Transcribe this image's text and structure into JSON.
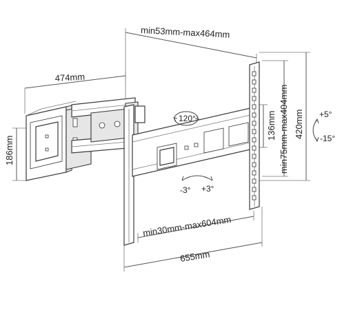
{
  "diagram": {
    "dimensions": {
      "arm_extension": "min53mm-max464mm",
      "wall_plate_width": "474mm",
      "wall_plate_height": "186mm",
      "vesa_vertical": "min75mm-max404mm",
      "tv_plate_height": "420mm",
      "vertical_rail_spacing": "136mm",
      "vesa_horizontal": "min30mm-max604mm",
      "tv_plate_width": "655mm"
    },
    "angles": {
      "swivel": "120°",
      "tilt_up": "+5°",
      "tilt_down": "-15°",
      "level_left": "-3°",
      "level_right": "+3°"
    }
  }
}
